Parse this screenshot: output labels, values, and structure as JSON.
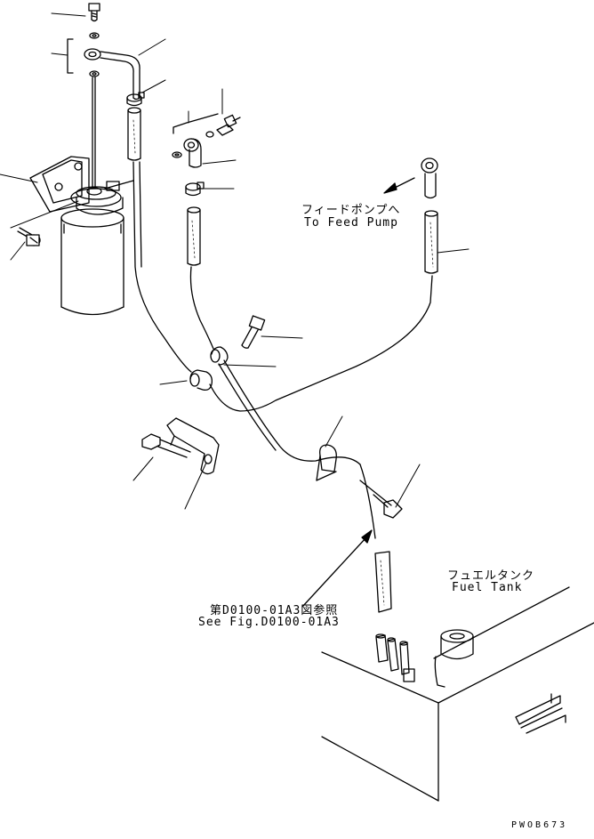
{
  "labels": {
    "feed_pump_jp": "フィードポンプへ",
    "feed_pump_en": "To Feed Pump",
    "fuel_tank_jp": "フュエルタンク",
    "fuel_tank_en": "Fuel Tank",
    "see_fig_jp": "第D0100-01A3図参照",
    "see_fig_en": "See Fig.D0100-01A3",
    "drawing_code": "PWOB673"
  }
}
